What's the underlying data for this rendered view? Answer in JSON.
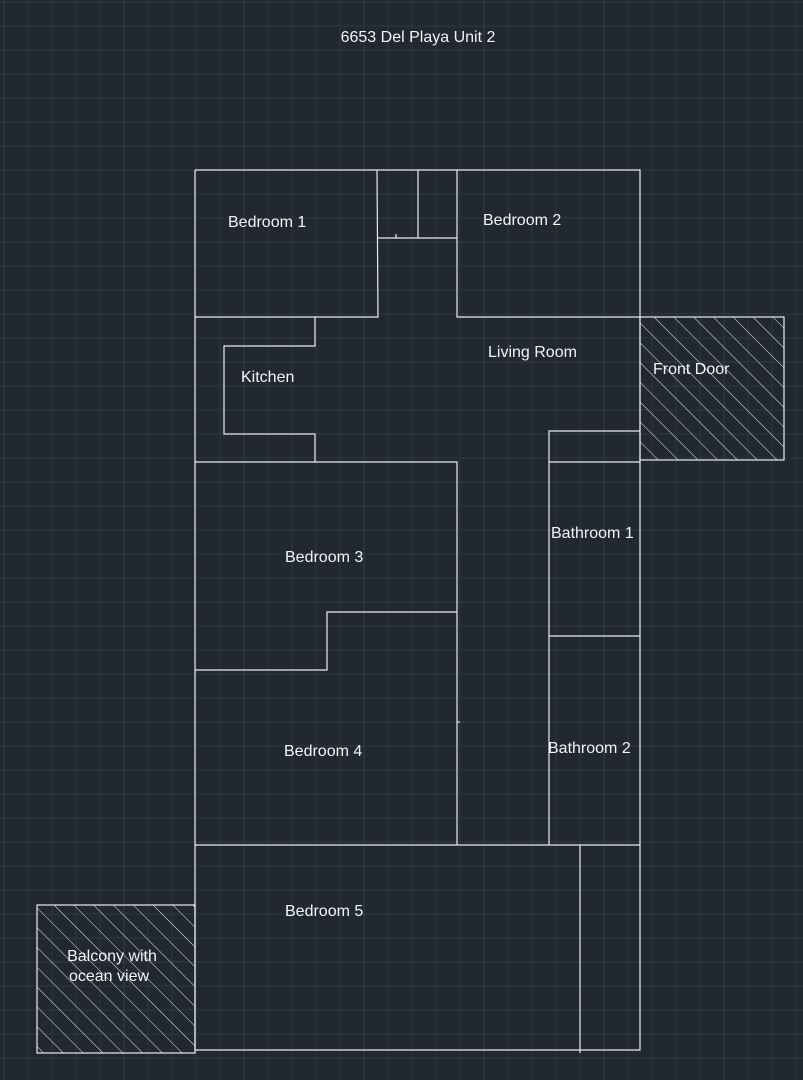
{
  "title": "6653 Del Playa Unit 2",
  "colors": {
    "background": "#212830",
    "grid": "#2d3640",
    "lines": "#e9ecef",
    "text": "#f2f4f6"
  },
  "rooms": {
    "bedroom1": "Bedroom 1",
    "bedroom2": "Bedroom 2",
    "living_room": "Living Room",
    "kitchen": "Kitchen",
    "front_door": "Front Door",
    "bedroom3": "Bedroom 3",
    "bathroom1": "Bathroom 1",
    "bedroom4": "Bedroom 4",
    "bathroom2": "Bathroom 2",
    "bedroom5": "Bedroom 5",
    "balcony_line1": "Balcony with",
    "balcony_line2": "ocean view"
  }
}
